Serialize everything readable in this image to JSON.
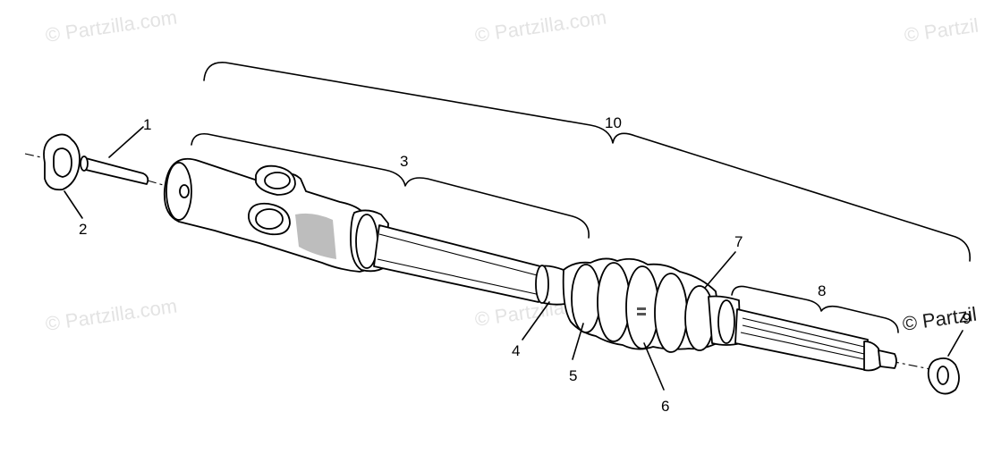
{
  "watermarks": [
    "© Partzilla.com",
    "© Partzilla.com",
    "© Partzil",
    "© Partzilla.com",
    "© Partzilla.com",
    "© Partzil"
  ],
  "callouts": [
    "1",
    "2",
    "3",
    "4",
    "5",
    "6",
    "7",
    "8",
    "9",
    "10"
  ]
}
